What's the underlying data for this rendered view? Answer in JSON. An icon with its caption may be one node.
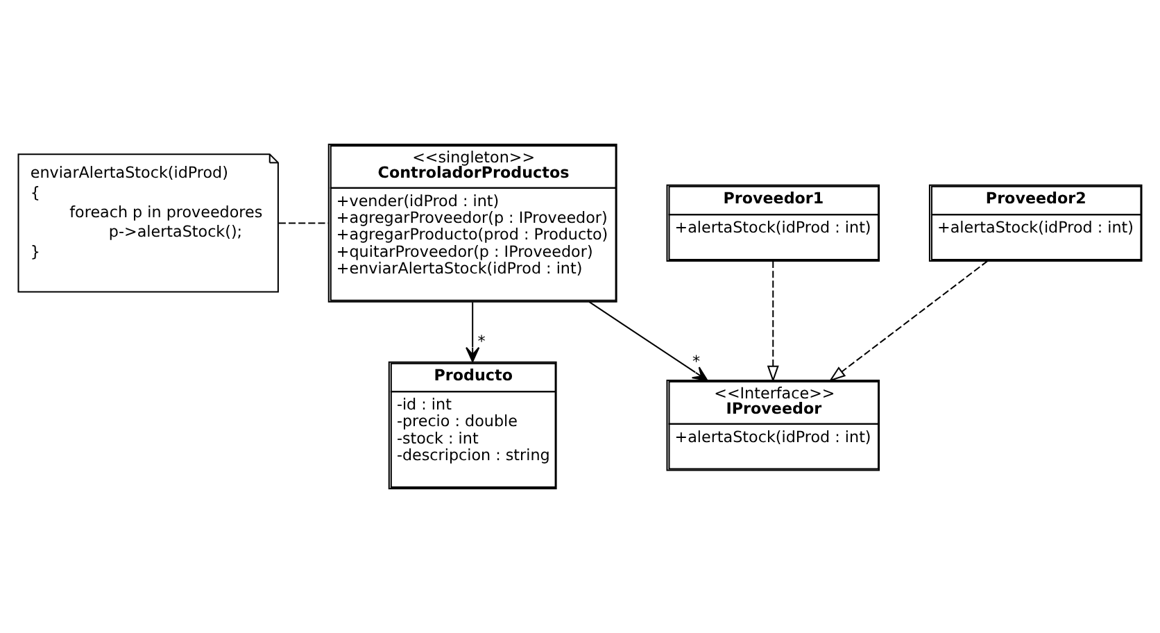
{
  "diagram": {
    "nodes": [
      {
        "text": [
          "enviarAlertaStock(idProd)",
          "{",
          "foreach p in proveedores",
          "p->alertaStock();",
          "}"
        ]
      },
      {
        "text": [
          "<<singleton>>",
          "ControladorProductos",
          "+vender(idProd : int)",
          "+agregarProveedor(p : IProveedor)",
          "+agregarProducto(prod : Producto)",
          "+quitarProveedor(p : IProveedor)",
          "+enviarAlertaStock(idProd : int)"
        ]
      },
      {
        "text": [
          "<<Interface>>",
          "IProveedor",
          "+alertaStock(idProd : int)"
        ]
      },
      {
        "text": [
          "Producto",
          "-id : int",
          "-precio : double",
          "-stock : int",
          "-descripcion : string"
        ]
      },
      {
        "text": [
          "Proveedor1",
          "+alertaStock(idProd : int)"
        ]
      },
      {
        "text": [
          "Proveedor2",
          "+alertaStock(idProd : int)"
        ]
      }
    ],
    "edges": [
      {
        "from": 0,
        "to": 1,
        "arrow": "none",
        "style": "dashed"
      },
      {
        "from": 1,
        "to": 2,
        "arrow": "to",
        "label": "*"
      },
      {
        "from": 1,
        "to": 3,
        "arrow": "to",
        "label": "*"
      },
      {
        "from": 4,
        "to": 2,
        "arrow": "to",
        "style": "dashed"
      },
      {
        "from": 5,
        "to": 2,
        "arrow": "to",
        "style": "dashed"
      }
    ]
  }
}
